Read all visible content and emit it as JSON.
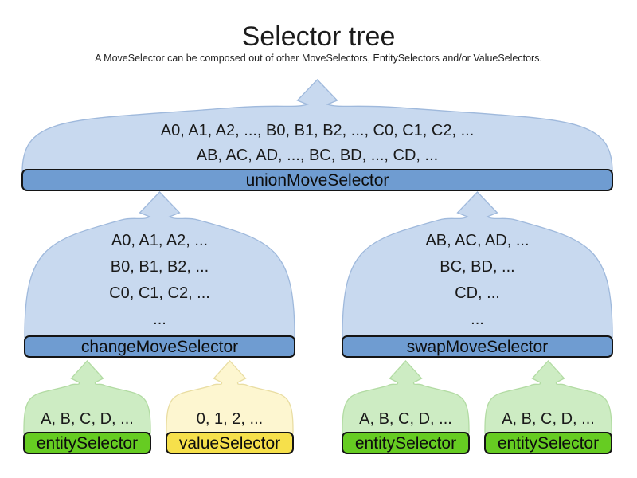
{
  "title": "Selector tree",
  "subtitle": "A MoveSelector can be composed out of other MoveSelectors, EntitySelectors and/or ValueSelectors.",
  "colors": {
    "blue_dome_fill": "#c8d9ef",
    "blue_dome_stroke": "#9fb9dc",
    "blue_bar_fill": "#6f9cd1",
    "green_dome_fill": "#cdecc3",
    "green_dome_stroke": "#b2dba3",
    "green_bar_fill": "#66cc22",
    "yellow_dome_fill": "#fdf6d0",
    "yellow_dome_stroke": "#e9dda2",
    "yellow_bar_fill": "#f6e04b",
    "text": "#1a1a1a"
  },
  "nodes": [
    {
      "id": "unionMoveSelector",
      "label": "unionMoveSelector",
      "color": "blue",
      "lines": [
        "A0, A1, A2, ..., B0, B1, B2, ..., C0, C1, C2, ...",
        "AB, AC, AD, ..., BC, BD, ..., CD, ..."
      ]
    },
    {
      "id": "changeMoveSelector",
      "label": "changeMoveSelector",
      "color": "blue",
      "lines": [
        "A0, A1, A2, ...",
        "B0, B1, B2, ...",
        "C0, C1, C2, ...",
        "..."
      ]
    },
    {
      "id": "swapMoveSelector",
      "label": "swapMoveSelector",
      "color": "blue",
      "lines": [
        "AB, AC, AD, ...",
        "BC, BD, ...",
        "CD, ...",
        "..."
      ]
    },
    {
      "id": "entitySelector1",
      "label": "entitySelector",
      "color": "green",
      "lines": [
        "A, B, C, D, ..."
      ]
    },
    {
      "id": "valueSelector1",
      "label": "valueSelector",
      "color": "yellow",
      "lines": [
        "0, 1, 2, ..."
      ]
    },
    {
      "id": "entitySelector2",
      "label": "entitySelector",
      "color": "green",
      "lines": [
        "A, B, C, D, ..."
      ]
    },
    {
      "id": "entitySelector3",
      "label": "entitySelector",
      "color": "green",
      "lines": [
        "A, B, C, D, ..."
      ]
    }
  ]
}
